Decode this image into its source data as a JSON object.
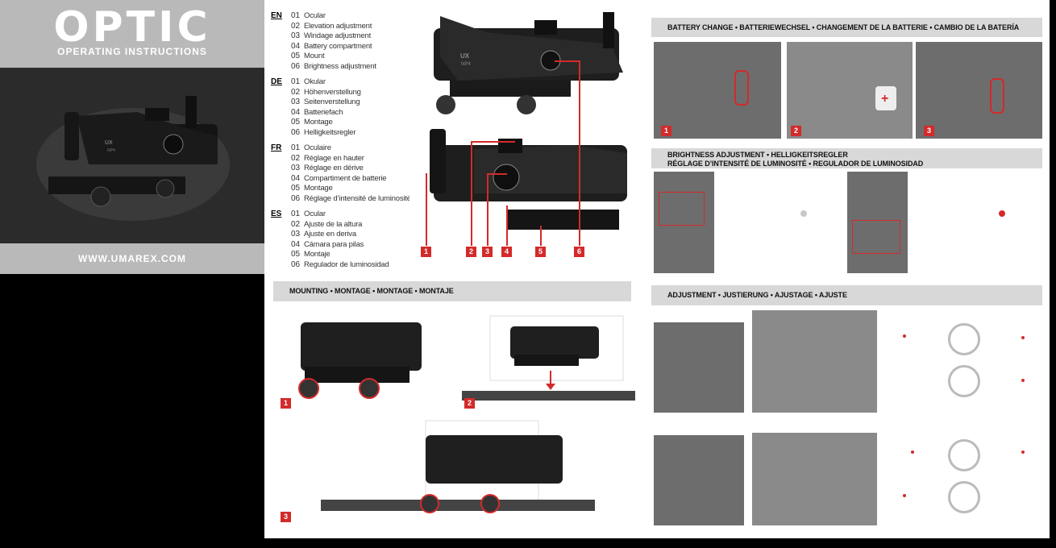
{
  "cover": {
    "title": "OPTIC",
    "subtitle": "OPERATING INSTRUCTIONS",
    "website": "WWW.UMAREX.COM",
    "scope_logo": "UX",
    "scope_model": "NP4"
  },
  "legend": [
    {
      "code": "EN",
      "items": [
        {
          "num": "01",
          "text": "Ocular"
        },
        {
          "num": "02",
          "text": "Elevation adjustment"
        },
        {
          "num": "03",
          "text": "Windage adjustment"
        },
        {
          "num": "04",
          "text": "Battery compartment"
        },
        {
          "num": "05",
          "text": "Mount"
        },
        {
          "num": "06",
          "text": "Brightness adjustment"
        }
      ]
    },
    {
      "code": "DE",
      "items": [
        {
          "num": "01",
          "text": "Okular"
        },
        {
          "num": "02",
          "text": "Höhenverstellung"
        },
        {
          "num": "03",
          "text": "Seitenverstellung"
        },
        {
          "num": "04",
          "text": "Batteriefach"
        },
        {
          "num": "05",
          "text": "Montage"
        },
        {
          "num": "06",
          "text": "Helligkeitsregler"
        }
      ]
    },
    {
      "code": "FR",
      "items": [
        {
          "num": "01",
          "text": "Oculaire"
        },
        {
          "num": "02",
          "text": "Réglage en hauter"
        },
        {
          "num": "03",
          "text": "Réglage en dérive"
        },
        {
          "num": "04",
          "text": "Compartiment de batterie"
        },
        {
          "num": "05",
          "text": "Montage"
        },
        {
          "num": "06",
          "text": "Réglage d’intensité de luminosité"
        }
      ]
    },
    {
      "code": "ES",
      "items": [
        {
          "num": "01",
          "text": "Ocular"
        },
        {
          "num": "02",
          "text": "Ajuste de la altura"
        },
        {
          "num": "03",
          "text": "Ajuste en deriva"
        },
        {
          "num": "04",
          "text": "Cámara para pilas"
        },
        {
          "num": "05",
          "text": "Montaje"
        },
        {
          "num": "06",
          "text": "Regulador de luminosidad"
        }
      ]
    }
  ],
  "diagram": {
    "callouts": [
      "1",
      "2",
      "3",
      "4",
      "5",
      "6"
    ],
    "scope_logo": "UX",
    "scope_model": "NP4"
  },
  "mounting": {
    "header": "MOUNTING • MONTAGE • MONTAGE • MONTAJE",
    "steps": [
      "1",
      "2",
      "3"
    ]
  },
  "battery": {
    "header": "BATTERY CHANGE  •  BATTERIEWECHSEL  •  CHANGEMENT DE LA BATTERIE  •  CAMBIO DE LA BATERÍA",
    "steps": [
      "1",
      "2",
      "3"
    ]
  },
  "brightness": {
    "header_line1": "BRIGHTNESS ADJUSTMENT  •  HELLIGKEITSREGLER",
    "header_line2": "RÉGLAGE D’INTENSITÉ DE LUMINOSITÉ  •  REGULADOR DE LUMINOSIDAD"
  },
  "adjustment": {
    "header": "ADJUSTMENT  •  JUSTIERUNG  •  AJUSTAGE  •  AJUSTE"
  },
  "colors": {
    "accent": "#d32a2a",
    "panel_gray": "#b9b9b9",
    "bar_gray": "#d8d8d8"
  }
}
